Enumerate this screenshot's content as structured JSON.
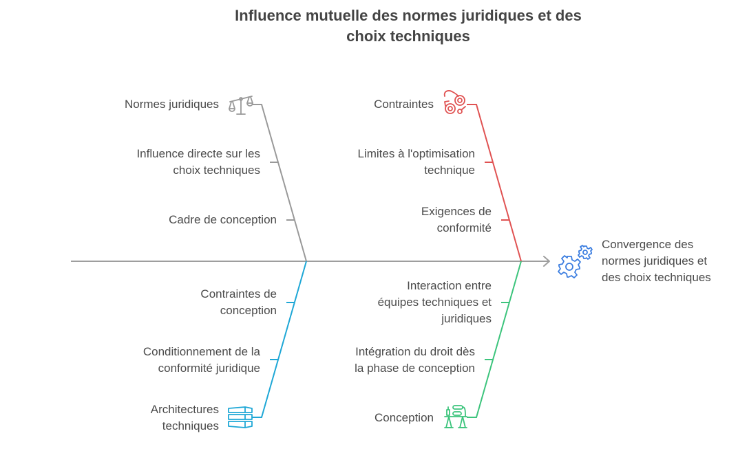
{
  "title": {
    "line1": "Influence mutuelle des normes juridiques et des",
    "line2": "choix techniques"
  },
  "colors": {
    "spine": "#9e9e9e",
    "normes": "#999999",
    "contraintes": "#e05252",
    "architectures": "#1ea7d6",
    "conception": "#3cc47c",
    "outcome_icon": "#3b7de0",
    "text": "#4a4a4a"
  },
  "outcome": {
    "icon": "gears-icon",
    "line1": "Convergence des",
    "line2": "normes juridiques et",
    "line3": "des choix techniques"
  },
  "branches": [
    {
      "id": "normes",
      "category": "Normes juridiques",
      "icon": "scales-icon",
      "position": "top-left",
      "causes": [
        {
          "line1": "Influence directe sur les",
          "line2": "choix techniques"
        },
        {
          "line1": "Cadre de conception",
          "line2": ""
        }
      ]
    },
    {
      "id": "contraintes",
      "category": "Contraintes",
      "icon": "handcuffs-icon",
      "position": "top-right",
      "causes": [
        {
          "line1": "Limites à l'optimisation",
          "line2": "technique"
        },
        {
          "line1": "Exigences de",
          "line2": "conformité"
        }
      ]
    },
    {
      "id": "architectures",
      "category_line1": "Architectures",
      "category_line2": "techniques",
      "icon": "layers-stack-icon",
      "position": "bottom-left",
      "causes": [
        {
          "line1": "Contraintes de",
          "line2": "conception"
        },
        {
          "line1": "Conditionnement de la",
          "line2": "conformité juridique"
        }
      ]
    },
    {
      "id": "conception",
      "category": "Conception",
      "icon": "drafting-desk-icon",
      "position": "bottom-right",
      "causes": [
        {
          "line1": "Interaction entre",
          "line2": "équipes techniques et",
          "line3": "juridiques"
        },
        {
          "line1": "Intégration du droit dès",
          "line2": "la phase de conception"
        }
      ]
    }
  ]
}
